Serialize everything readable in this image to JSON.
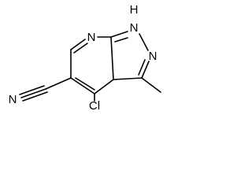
{
  "molecule": {
    "atoms": {
      "n_ring": "N",
      "nh": "NH",
      "h": "H",
      "n_pyrazole": "N",
      "cl": "Cl",
      "nitrile_n": "N"
    }
  }
}
